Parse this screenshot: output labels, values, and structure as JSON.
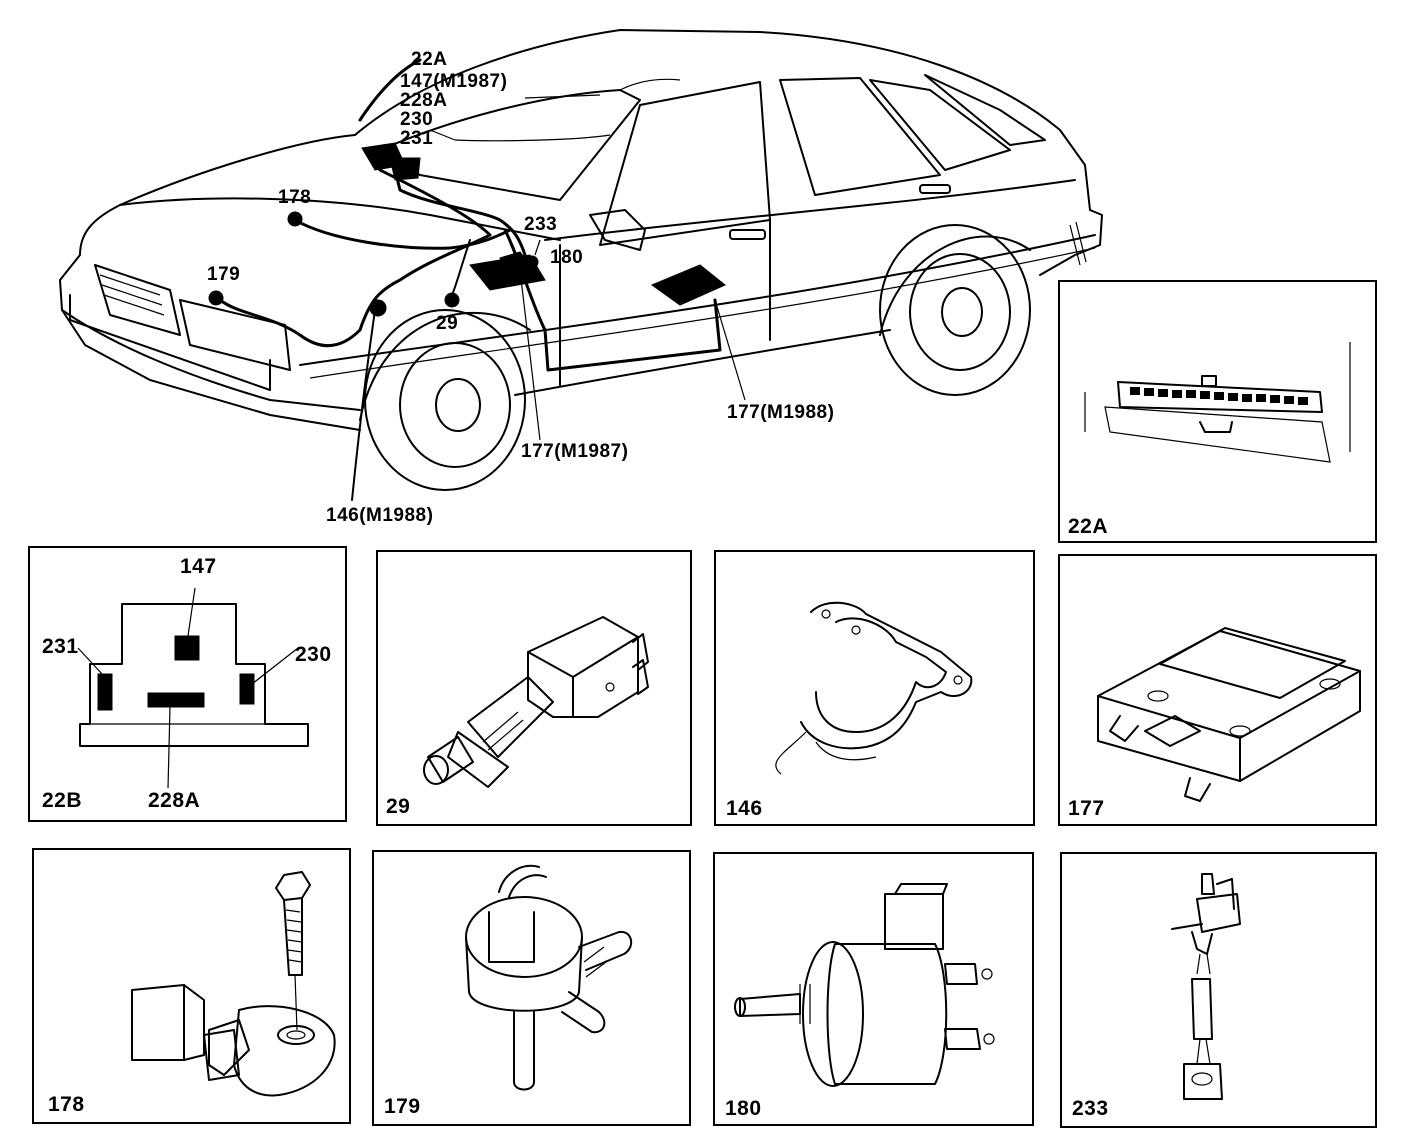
{
  "callouts": {
    "c22a": "22A",
    "c147": "147(M1987)",
    "c228a": "228A",
    "c230": "230",
    "c231": "231",
    "c178": "178",
    "c179": "179",
    "c233": "233",
    "c180": "180",
    "c29": "29",
    "c177m1988": "177(M1988)",
    "c177m1987": "177(M1987)",
    "c146": "146(M1988)"
  },
  "panels": {
    "p22a": "22A",
    "p22b": "22B",
    "p22b_147": "147",
    "p22b_231": "231",
    "p22b_230": "230",
    "p22b_228a": "228A",
    "p29": "29",
    "p146": "146",
    "p177": "177",
    "p178": "178",
    "p179": "179",
    "p180": "180",
    "p233": "233"
  }
}
